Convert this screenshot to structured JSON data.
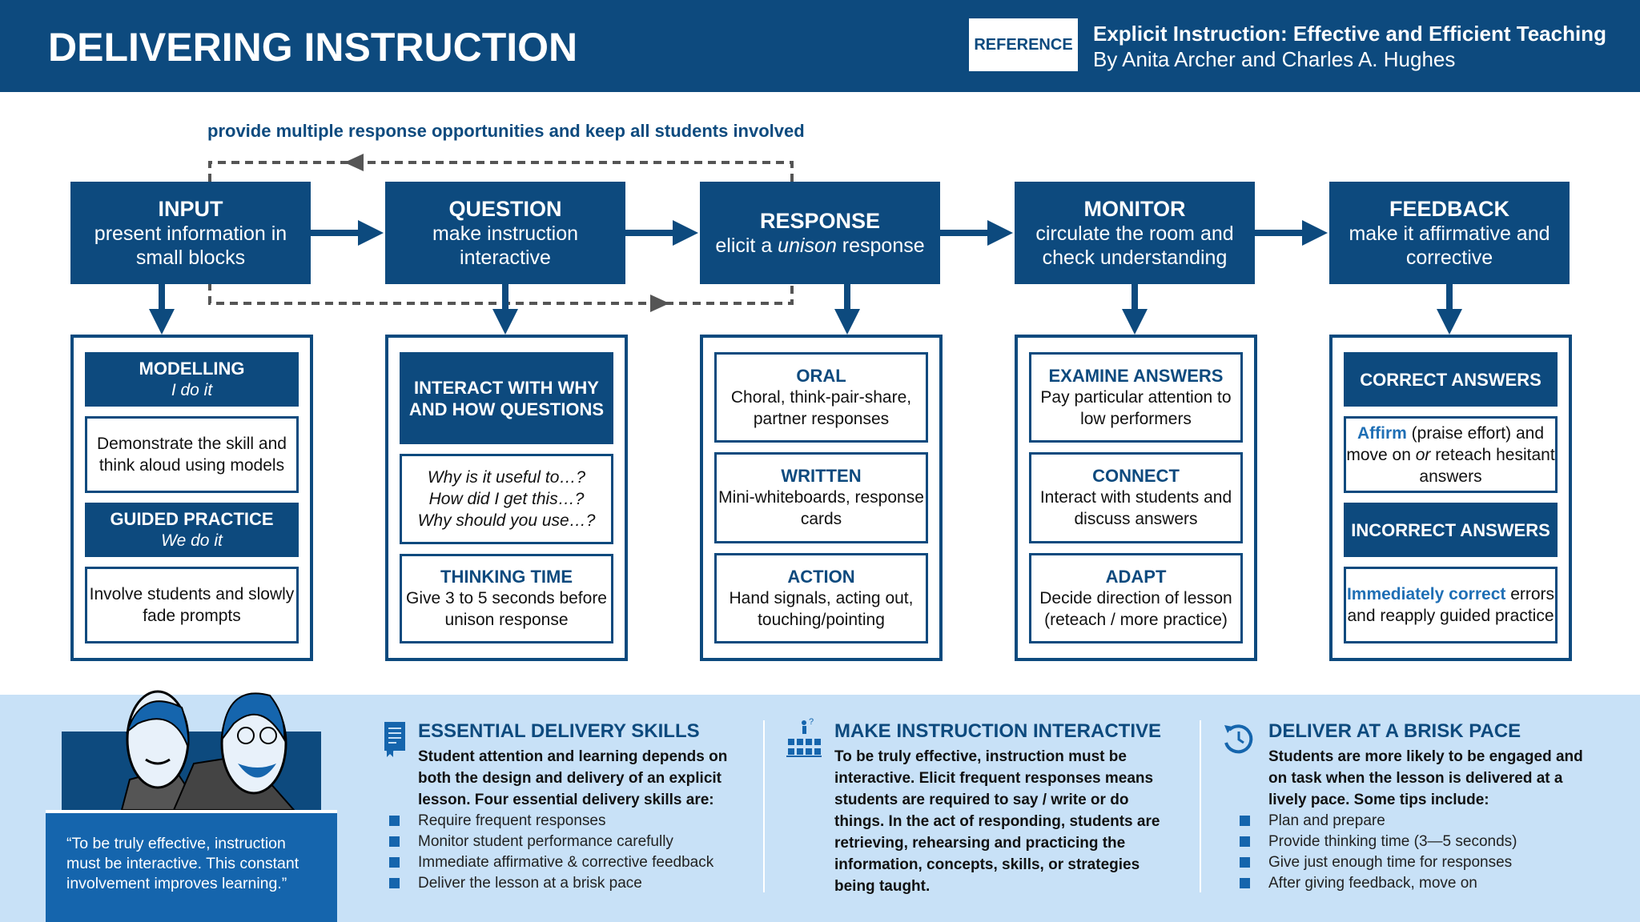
{
  "header": {
    "title": "DELIVERING INSTRUCTION",
    "reference_badge": "REFERENCE",
    "book_title": "Explicit Instruction: Effective and Efficient Teaching",
    "book_authors": "By Anita Archer and Charles A. Hughes"
  },
  "loop_label": "provide multiple response opportunities and keep all students involved",
  "steps": [
    {
      "title": "INPUT",
      "subtitle": "present information in small blocks"
    },
    {
      "title": "QUESTION",
      "subtitle": "make instruction interactive"
    },
    {
      "title": "RESPONSE",
      "subtitle_pre": "elicit a ",
      "subtitle_em": "unison",
      "subtitle_post": " response"
    },
    {
      "title": "MONITOR",
      "subtitle": "circulate the room and check understanding"
    },
    {
      "title": "FEEDBACK",
      "subtitle": "make it affirmative and corrective"
    }
  ],
  "columns": [
    {
      "items": [
        {
          "title": "MODELLING",
          "sub": "I do it"
        },
        {
          "text": "Demonstrate the skill and think aloud using models"
        },
        {
          "title": "GUIDED PRACTICE",
          "sub": "We do it"
        },
        {
          "text": "Involve students and slowly fade prompts"
        }
      ]
    },
    {
      "items": [
        {
          "title": "INTERACT WITH WHY AND HOW QUESTIONS"
        },
        {
          "lines": [
            "Why is it useful to…?",
            "How did I get this…?",
            "Why should you use…?"
          ]
        },
        {
          "title": "THINKING TIME",
          "text": "Give 3 to 5 seconds before unison response"
        }
      ]
    },
    {
      "items": [
        {
          "title": "ORAL",
          "text": "Choral, think-pair-share, partner responses"
        },
        {
          "title": "WRITTEN",
          "text": "Mini-whiteboards, response cards"
        },
        {
          "title": "ACTION",
          "text": "Hand signals, acting out, touching/pointing"
        }
      ]
    },
    {
      "items": [
        {
          "title": "EXAMINE ANSWERS",
          "text": "Pay particular attention to low performers"
        },
        {
          "title": "CONNECT",
          "text": "Interact with students and discuss answers"
        },
        {
          "title": "ADAPT",
          "text": "Decide direction of lesson (reteach / more practice)"
        }
      ]
    },
    {
      "items": [
        {
          "title": "CORRECT ANSWERS"
        },
        {
          "lead": "Affirm",
          "mid": " (praise effort) and move on ",
          "em": "or",
          "tail": " reteach hesitant answers"
        },
        {
          "title": "INCORRECT ANSWERS"
        },
        {
          "lead": "Immediately correct",
          "tail": " errors and reapply guided practice"
        }
      ]
    }
  ],
  "quote": "“To be truly effective, instruction must be interactive. This constant involvement improves learning.”",
  "sections": [
    {
      "icon": "certificate-icon",
      "title": "ESSENTIAL DELIVERY SKILLS",
      "body": "Student attention and learning depends on both the design and delivery of an explicit lesson. Four essential delivery skills are:",
      "bullets": [
        "Require frequent responses",
        "Monitor student performance carefully",
        "Immediate affirmative & corrective feedback",
        "Deliver the lesson at a brisk pace"
      ]
    },
    {
      "icon": "classroom-icon",
      "title": "MAKE INSTRUCTION INTERACTIVE",
      "body": "To be truly effective, instruction must be interactive. Elicit frequent responses means students are required to say / write or do things. In the act of responding, students are retrieving, rehearsing and practicing the information, concepts, skills, or strategies being taught."
    },
    {
      "icon": "clock-rewind-icon",
      "title": "DELIVER AT A BRISK PACE",
      "body": "Students are more likely to be engaged and on task when the lesson is delivered at a lively pace. Some tips include:",
      "bullets": [
        "Plan and prepare",
        "Provide thinking time (3—5 seconds)",
        "Give just enough time for responses",
        "After giving feedback, move on"
      ]
    }
  ],
  "colors": {
    "primary": "#0d4a7e",
    "accent": "#1565ad",
    "band": "#c8e1f7"
  }
}
